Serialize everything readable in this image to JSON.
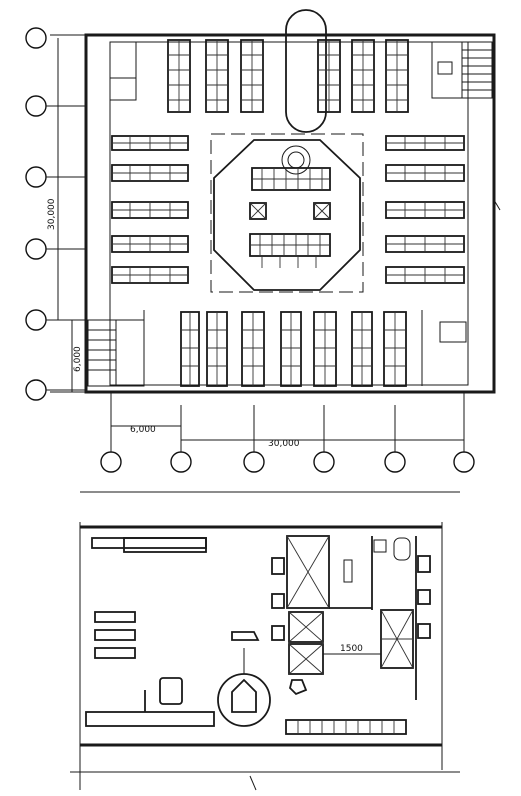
{
  "drawing": {
    "top_plan": {
      "dimensions": {
        "left_vertical": "30,000",
        "left_small": "6,000",
        "bottom_bay": "6000",
        "bottom_total": "30,000"
      }
    },
    "bottom_plan": {
      "dimensions": {
        "corridor": "1500"
      }
    }
  }
}
